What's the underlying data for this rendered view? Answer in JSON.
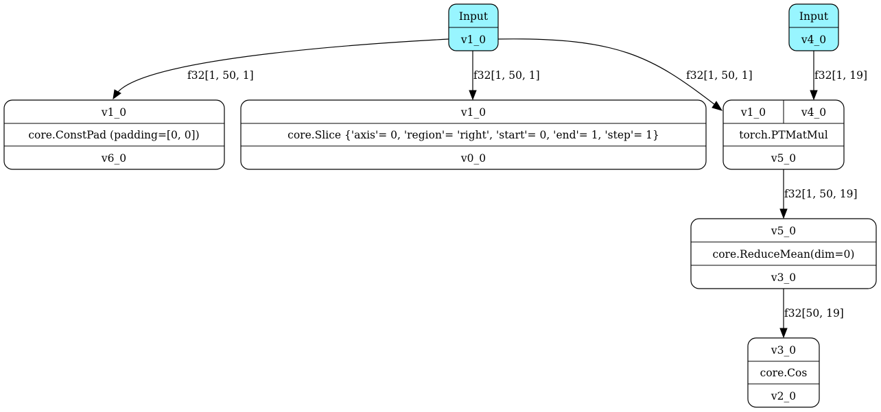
{
  "colors": {
    "input_fill": "#98f5ff",
    "op_fill": "#ffffff",
    "stroke": "#000000"
  },
  "nodes": {
    "input_v1": {
      "title": "Input",
      "output": "v1_0"
    },
    "input_v4": {
      "title": "Input",
      "output": "v4_0"
    },
    "constpad": {
      "input": "v1_0",
      "op": "core.ConstPad (padding=[0, 0])",
      "output": "v6_0"
    },
    "slice": {
      "input": "v1_0",
      "op": "core.Slice {'axis'= 0, 'region'= 'right', 'start'= 0, 'end'= 1, 'step'= 1}",
      "output": "v0_0"
    },
    "matmul": {
      "input_a": "v1_0",
      "input_b": "v4_0",
      "op": "torch.PTMatMul",
      "output": "v5_0"
    },
    "reducemean": {
      "input": "v5_0",
      "op": "core.ReduceMean(dim=0)",
      "output": "v3_0"
    },
    "cos": {
      "input": "v3_0",
      "op": "core.Cos",
      "output": "v2_0"
    }
  },
  "edges": {
    "v1_to_constpad": "f32[1, 50, 1]",
    "v1_to_slice": "f32[1, 50, 1]",
    "v1_to_matmul": "f32[1, 50, 1]",
    "v4_to_matmul": "f32[1, 19]",
    "matmul_to_reducemean": "f32[1, 50, 19]",
    "reducemean_to_cos": "f32[50, 19]"
  }
}
